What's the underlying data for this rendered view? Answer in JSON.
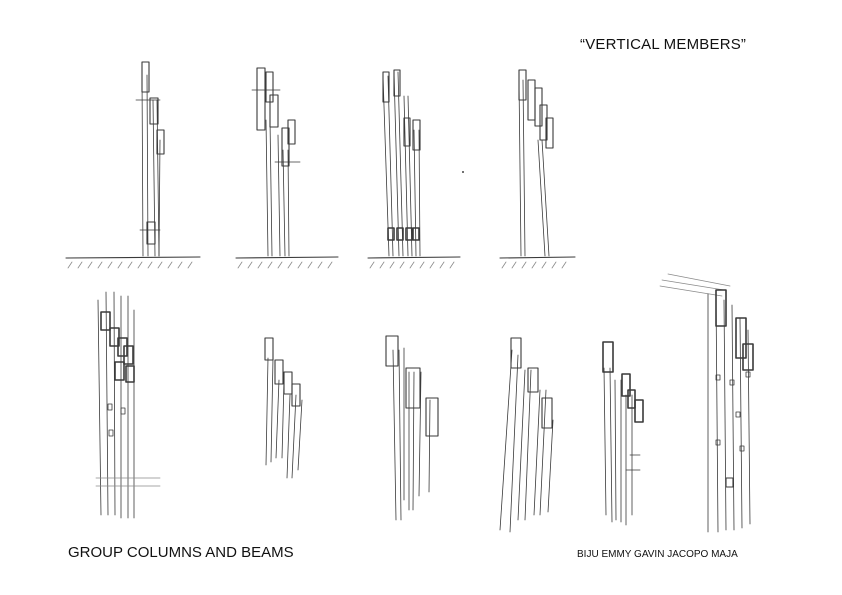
{
  "title": "“VERTICAL MEMBERS”",
  "subtitle": "GROUP COLUMNS AND BEAMS",
  "credits": "BIJU  EMMY GAVIN JACOPO MAJA"
}
